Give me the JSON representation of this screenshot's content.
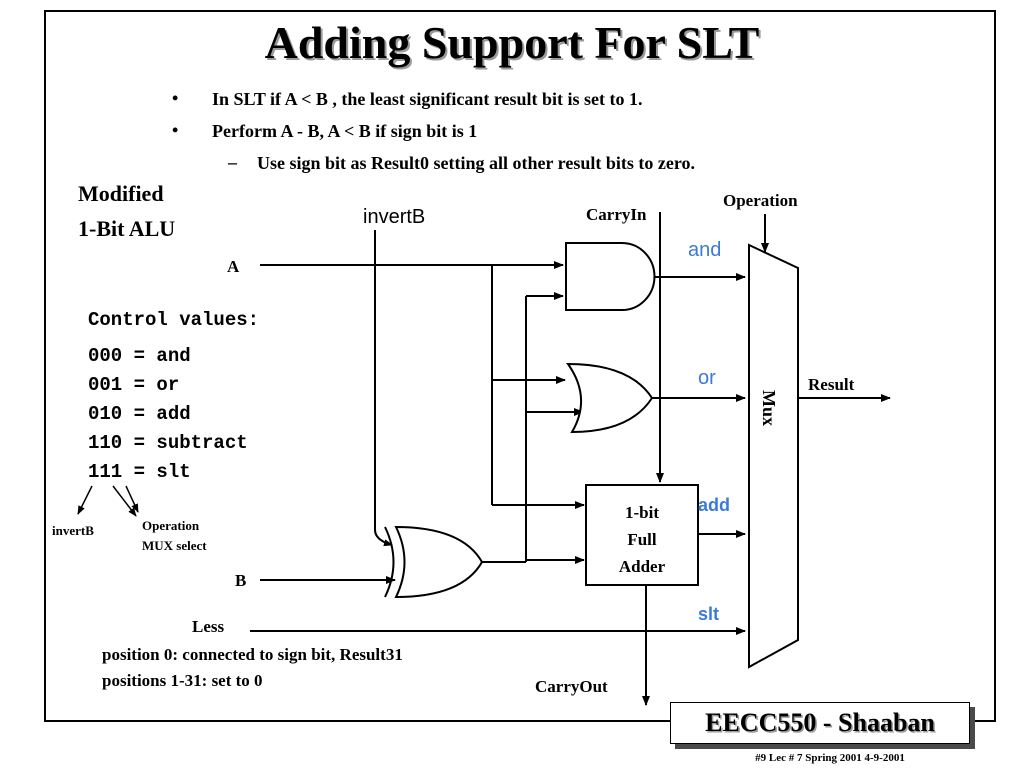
{
  "slide": {
    "title": "Adding Support For SLT",
    "bullets": [
      "In SLT if A < B ,  the least significant result bit is set to 1.",
      "Perform  A - B,     A < B if sign bit is 1"
    ],
    "sub_bullet": "Use sign bit as Result0 setting all other result bits to zero.",
    "bullet_marker": "•",
    "sub_marker": "–"
  },
  "diagram": {
    "heading_line1": "Modified",
    "heading_line2": "1-Bit ALU",
    "labels": {
      "a": "A",
      "b": "B",
      "invertB": "invertB",
      "carryIn": "CarryIn",
      "operation": "Operation",
      "result": "Result",
      "mux": "Mux",
      "and": "and",
      "or": "or",
      "add": "add",
      "slt": "slt",
      "adder_line1": "1-bit",
      "adder_line2": "Full",
      "adder_line3": "Adder",
      "less": "Less",
      "carryOut": "CarryOut"
    },
    "less_notes": [
      "position 0:  connected to sign bit, Result31",
      "positions 1-31:   set to 0"
    ],
    "control": {
      "heading": "Control values:",
      "rows": [
        "000 = and",
        "001 = or",
        "010 = add",
        "110 = subtract",
        "111 = slt"
      ],
      "annotation_invertB": "invertB",
      "annotation_op_line1": "Operation",
      "annotation_op_line2": "MUX select"
    },
    "colors": {
      "mux_input_labels": "#3a7bd5",
      "shadow": "#9a9a9a"
    }
  },
  "footer": {
    "badge": "EECC550 - Shaaban",
    "note": "#9    Lec # 7    Spring 2001   4-9-2001"
  }
}
